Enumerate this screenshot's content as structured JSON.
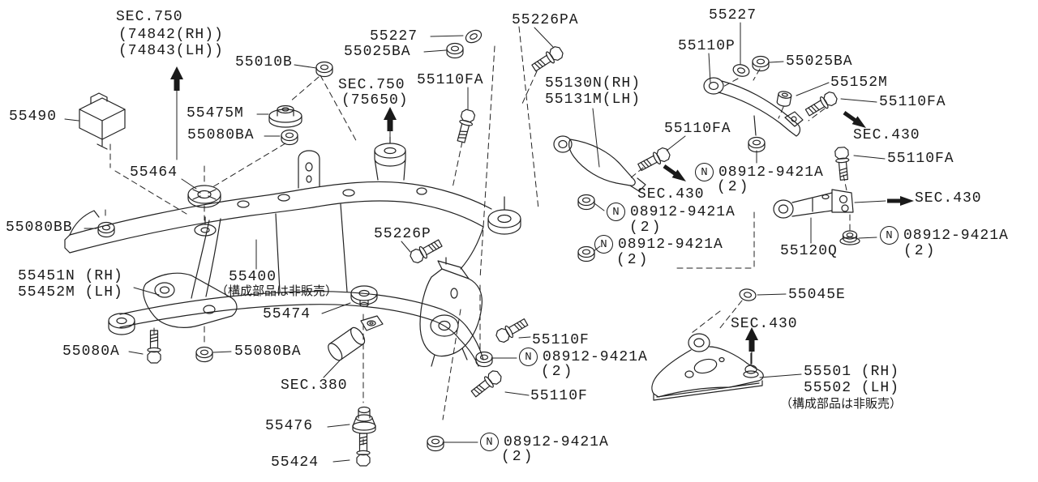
{
  "labels": {
    "sec750_left": "SEC.750",
    "sec750_left_l1": "(74842(RH))",
    "sec750_left_l2": "(74843(LH))",
    "p55010b": "55010B",
    "p55490": "55490",
    "p55475m": "55475M",
    "p55080ba_top": "55080BA",
    "p55464": "55464",
    "p55080bb": "55080BB",
    "p55451n": "55451N (RH)",
    "p55452m": "55452M (LH)",
    "p55227_c": "55227",
    "p55025ba_c": "55025BA",
    "sec750_c": "SEC.750",
    "sec750_c_sub": "(75650)",
    "p55110fa_c": "55110FA",
    "p55226pa": "55226PA",
    "p55130n": "55130N(RH)",
    "p55131m": "55131M(LH)",
    "p55227_r": "55227",
    "p55110p": "55110P",
    "p55025ba_r": "55025BA",
    "p55152m": "55152M",
    "p55110fa_r1": "55110FA",
    "sec430_r1": "SEC.430",
    "p55110fa_r2": "55110FA",
    "p55110fa_m": "55110FA",
    "sec430_m": "SEC.430",
    "sec430_r2": "SEC.430",
    "p55120q": "55120Q",
    "p55226p": "55226P",
    "p55400": "55400",
    "note_components": "（構成部品は非販売）",
    "p55474": "55474",
    "p55080a": "55080A",
    "p55080ba_bot": "55080BA",
    "sec380": "SEC.380",
    "p55110f_1": "55110F",
    "p55110f_2": "55110F",
    "p55476": "55476",
    "p55424": "55424",
    "p55045e": "55045E",
    "sec430_b": "SEC.430",
    "p55501": "55501 (RH)",
    "p55502": "55502 (LH)"
  },
  "hardware": {
    "symbol": "N",
    "code": "08912-9421A",
    "qty": "(2)"
  },
  "line_color": "#222222"
}
